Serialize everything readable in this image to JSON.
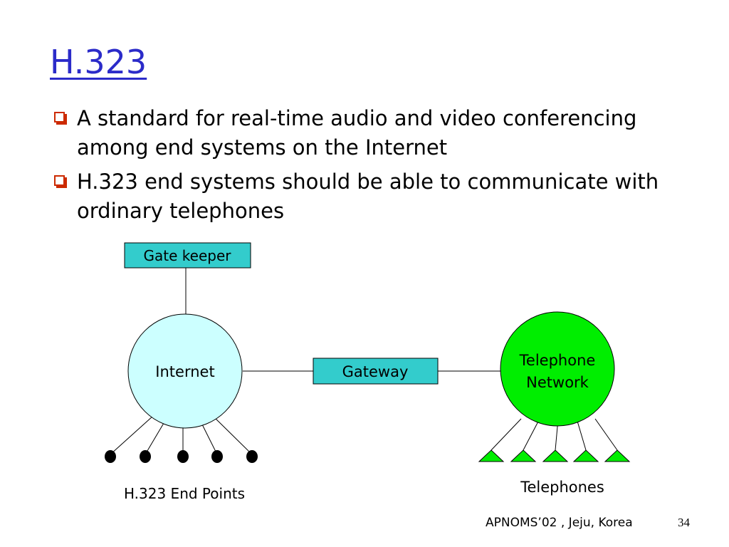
{
  "slide": {
    "title": "H.323",
    "bullets": [
      "A standard for real-time audio and video conferencing among end systems on the Internet",
      "H.323 end systems should be able to communicate with ordinary telephones"
    ]
  },
  "diagram": {
    "gatekeeper_label": "Gate keeper",
    "internet_label": "Internet",
    "gateway_label": "Gateway",
    "telephone_network_line1": "Telephone",
    "telephone_network_line2": "Network",
    "endpoints_label": "H.323 End Points",
    "telephones_label": "Telephones",
    "endpoint_count": 5,
    "telephone_count": 5,
    "colors": {
      "box_fill": "#33cccc",
      "internet_fill": "#ccffff",
      "network_fill": "#00ee00",
      "phone_fill": "#00ee00",
      "title": "#2b2bc9",
      "bullet": "#cc2a00"
    }
  },
  "footer": {
    "conference": "APNOMS’02 , Jeju, Korea",
    "page_number": "34"
  }
}
